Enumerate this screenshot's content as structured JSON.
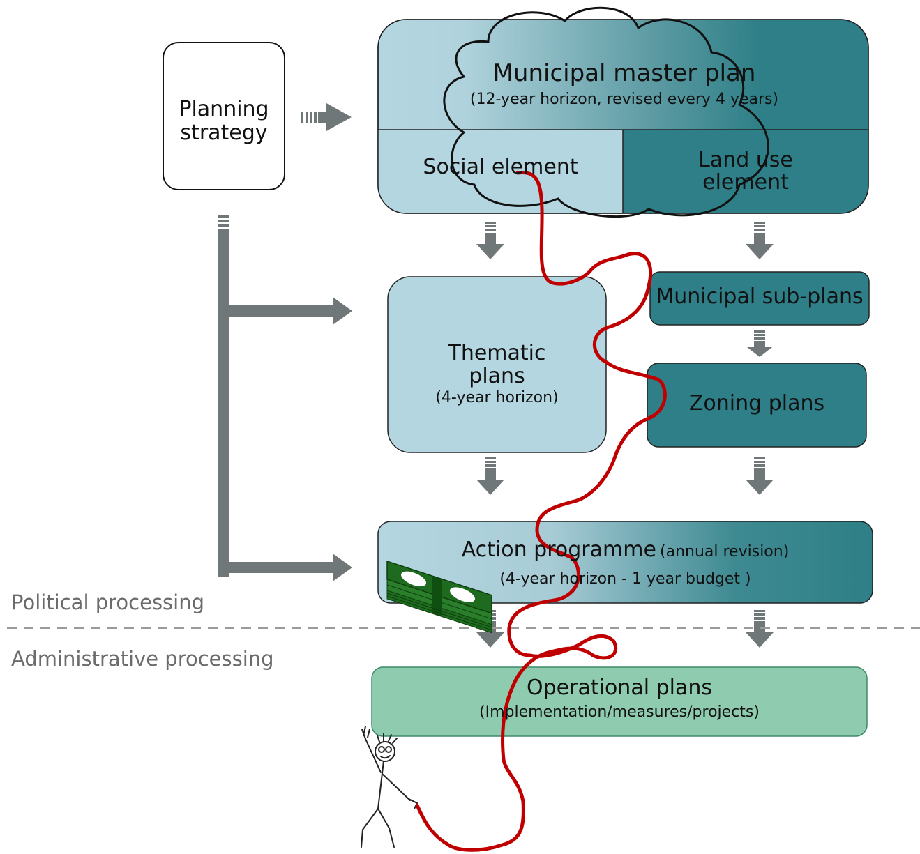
{
  "planning_strategy": {
    "line1": "Planning",
    "line2": "strategy"
  },
  "master_plan": {
    "title": "Municipal master plan",
    "subtitle": "(12-year horizon, revised every 4 years)",
    "social": "Social element",
    "land_use_1": "Land use",
    "land_use_2": "element"
  },
  "thematic": {
    "line1": "Thematic",
    "line2": "plans",
    "horizon": "(4-year horizon)"
  },
  "sub_plans": "Municipal sub-plans",
  "zoning": "Zoning plans",
  "action": {
    "title": "Action programme",
    "revision": "(annual revision)",
    "horizon": "(4-year horizon - 1 year budget )"
  },
  "operational": {
    "title": "Operational plans",
    "subtitle": "(Implementation/measures/projects)"
  },
  "processing": {
    "political": "Political processing",
    "administrative": "Administrative processing"
  },
  "colors": {
    "light_box": "#b4d6e0",
    "dark_box": "#2e7f87",
    "green_box": "#8fcbae",
    "arrow": "#707779",
    "squiggle": "#c00000",
    "money": "#1e6a1e"
  }
}
